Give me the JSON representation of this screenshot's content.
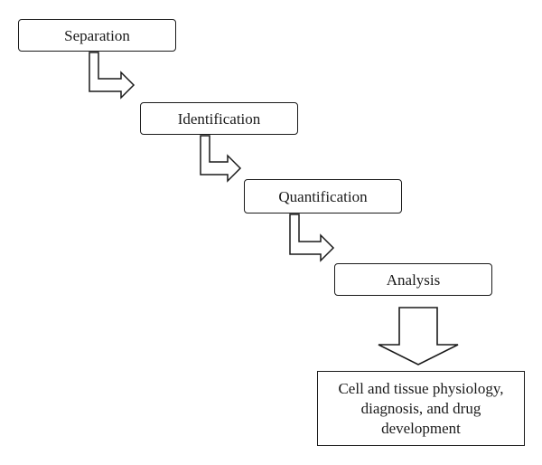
{
  "diagram": {
    "steps": [
      {
        "id": "separation",
        "label": "Separation"
      },
      {
        "id": "identification",
        "label": "Identification"
      },
      {
        "id": "quantification",
        "label": "Quantification"
      },
      {
        "id": "analysis",
        "label": "Analysis"
      }
    ],
    "outcome": {
      "lines": [
        "Cell and tissue physiology,",
        "diagnosis, and drug",
        "development"
      ]
    },
    "colors": {
      "stroke": "#1a1a1a",
      "fill": "#ffffff"
    },
    "connectors": [
      {
        "from": "separation",
        "to": "identification",
        "style": "hollow-elbow-arrow"
      },
      {
        "from": "identification",
        "to": "quantification",
        "style": "hollow-elbow-arrow"
      },
      {
        "from": "quantification",
        "to": "analysis",
        "style": "hollow-elbow-arrow"
      },
      {
        "from": "analysis",
        "to": "outcome",
        "style": "hollow-down-arrow"
      }
    ]
  }
}
